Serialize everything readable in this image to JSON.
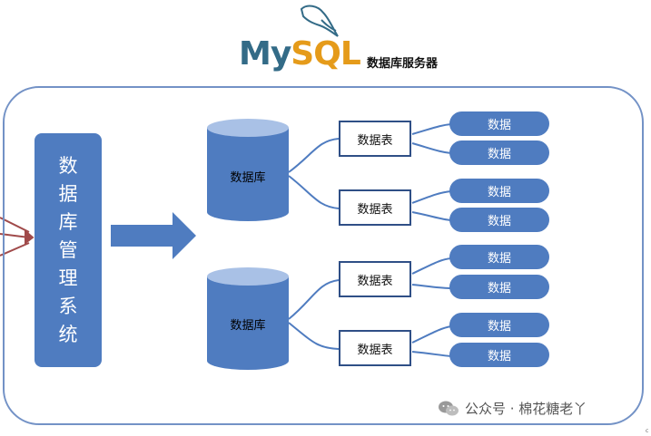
{
  "logo": {
    "my": "My",
    "sql": "SQL",
    "tm": "®"
  },
  "header": {
    "server_title": "数据库服务器"
  },
  "dbms": {
    "chars": [
      "数",
      "据",
      "库",
      "管",
      "理",
      "系",
      "统"
    ]
  },
  "databases": [
    {
      "label": "数据库",
      "tables": [
        {
          "label": "数据表",
          "data": [
            "数据",
            "数据"
          ]
        },
        {
          "label": "数据表",
          "data": [
            "数据",
            "数据"
          ]
        }
      ]
    },
    {
      "label": "数据库",
      "tables": [
        {
          "label": "数据表",
          "data": [
            "数据",
            "数据"
          ]
        },
        {
          "label": "数据表",
          "data": [
            "数据",
            "数据"
          ]
        }
      ]
    }
  ],
  "watermark": {
    "text": "公众号 · 棉花糖老丫"
  },
  "corner": "c",
  "colors": {
    "fill_blue": "#4f7cc0",
    "outline_blue": "#7392c6",
    "table_border": "#2f4f86",
    "arrow_red": "#a04a4a",
    "logo_blue": "#336b87",
    "logo_orange": "#e59b1a"
  }
}
